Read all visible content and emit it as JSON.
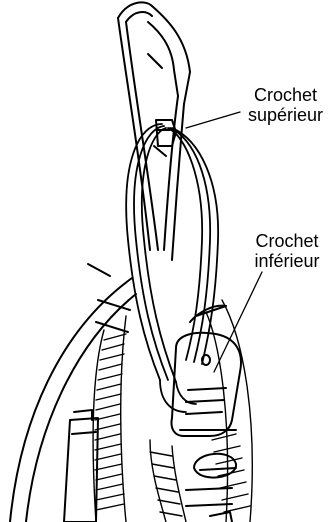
{
  "figure": {
    "subject": "upright vacuum cord storage hooks",
    "callouts": {
      "upper_hook": [
        "Crochet",
        "supérieur"
      ],
      "lower_hook": [
        "Crochet",
        "inférieur"
      ]
    },
    "line_color": "#000000",
    "background": "#ffffff"
  }
}
